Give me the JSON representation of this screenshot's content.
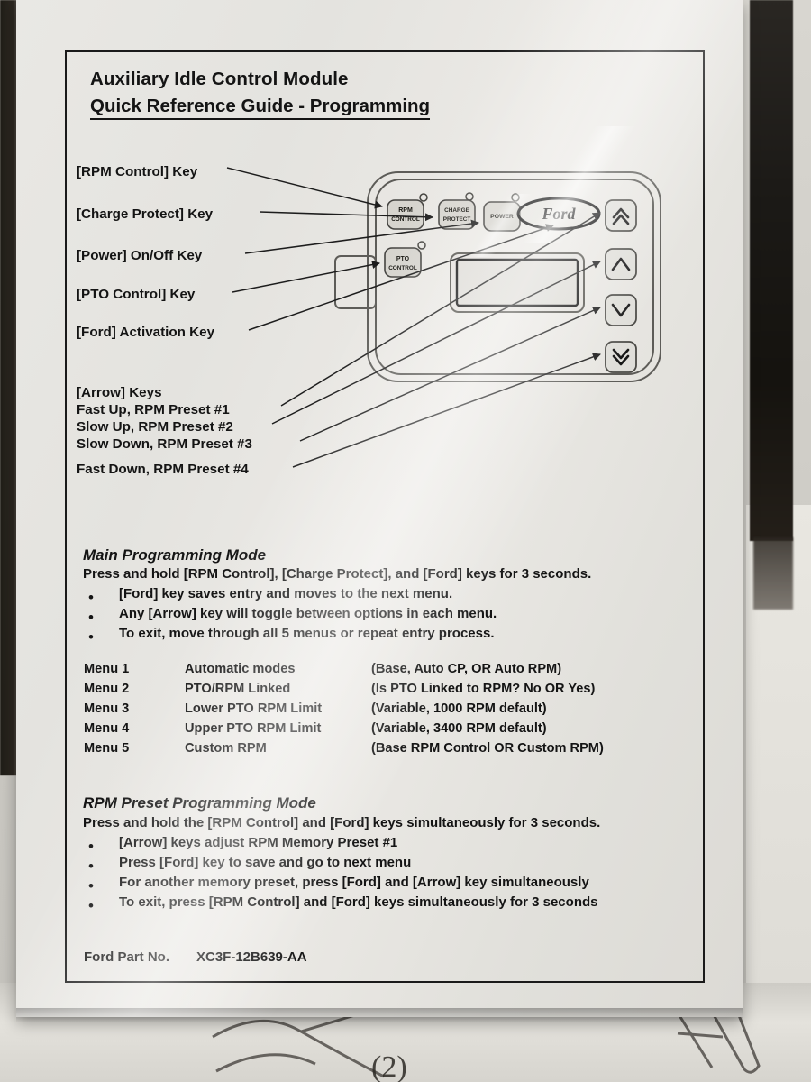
{
  "document": {
    "title_line1": "Auxiliary Idle Control Module",
    "title_line2": "Quick Reference Guide - Programming",
    "part_label": "Ford Part No.",
    "part_number": "XC3F-12B639-AA"
  },
  "callouts": [
    {
      "label": "[RPM Control] Key"
    },
    {
      "label": "[Charge Protect] Key"
    },
    {
      "label": "[Power] On/Off Key"
    },
    {
      "label": "[PTO Control] Key"
    },
    {
      "label": "[Ford] Activation Key"
    }
  ],
  "arrow_legend": {
    "heading": "[Arrow] Keys",
    "lines": [
      "Fast Up, RPM Preset #1",
      "Slow Up, RPM Preset #2",
      "Slow Down, RPM Preset #3",
      "Fast Down, RPM Preset #4"
    ]
  },
  "module": {
    "buttons": [
      {
        "name": "rpm-control",
        "line1": "RPM",
        "line2": "CONTROL"
      },
      {
        "name": "charge-protect",
        "line1": "CHARGE",
        "line2": "PROTECT"
      },
      {
        "name": "power",
        "line1": "POWER",
        "line2": ""
      },
      {
        "name": "pto-control",
        "line1": "PTO",
        "line2": "CONTROL"
      }
    ],
    "ford_logo_text": "Ford",
    "arrow_keys": [
      {
        "name": "fast-up",
        "glyph": "double-up"
      },
      {
        "name": "slow-up",
        "glyph": "single-up"
      },
      {
        "name": "slow-down",
        "glyph": "single-down"
      },
      {
        "name": "fast-down",
        "glyph": "double-down"
      }
    ]
  },
  "main_mode": {
    "heading": "Main Programming Mode",
    "intro": "Press and hold [RPM Control], [Charge Protect], and [Ford] keys for 3 seconds.",
    "bullets": [
      "[Ford] key saves entry and moves to the next menu.",
      "Any [Arrow] key will toggle between options in each menu.",
      "To exit, move through all 5 menus or repeat entry process."
    ]
  },
  "menus": [
    {
      "menu": "Menu 1",
      "name": "Automatic modes",
      "options": "(Base, Auto CP, OR Auto RPM)"
    },
    {
      "menu": "Menu 2",
      "name": "PTO/RPM Linked",
      "options": "(Is PTO Linked to RPM?  No OR Yes)"
    },
    {
      "menu": "Menu 3",
      "name": "Lower PTO RPM Limit",
      "options": "(Variable, 1000 RPM default)"
    },
    {
      "menu": "Menu 4",
      "name": "Upper PTO RPM Limit",
      "options": "(Variable, 3400 RPM default)"
    },
    {
      "menu": "Menu 5",
      "name": "Custom RPM",
      "options": "(Base RPM Control OR Custom RPM)"
    }
  ],
  "preset_mode": {
    "heading": "RPM Preset Programming Mode",
    "intro": "Press and hold the [RPM Control] and [Ford] keys simultaneously for 3 seconds.",
    "bullets": [
      "[Arrow] keys adjust RPM Memory Preset #1",
      "Press [Ford] key to save and go to next menu",
      "For another memory preset, press [Ford] and [Arrow] key simultaneously",
      "To exit, press [RPM Control] and [Ford] keys simultaneously for 3 seconds"
    ]
  },
  "background": {
    "page_marking": "(2)"
  },
  "colors": {
    "ink": "#141414",
    "paper": "#e6e5e1",
    "backdrop": "#cfcdc7",
    "dark_strip": "#1b1914"
  }
}
